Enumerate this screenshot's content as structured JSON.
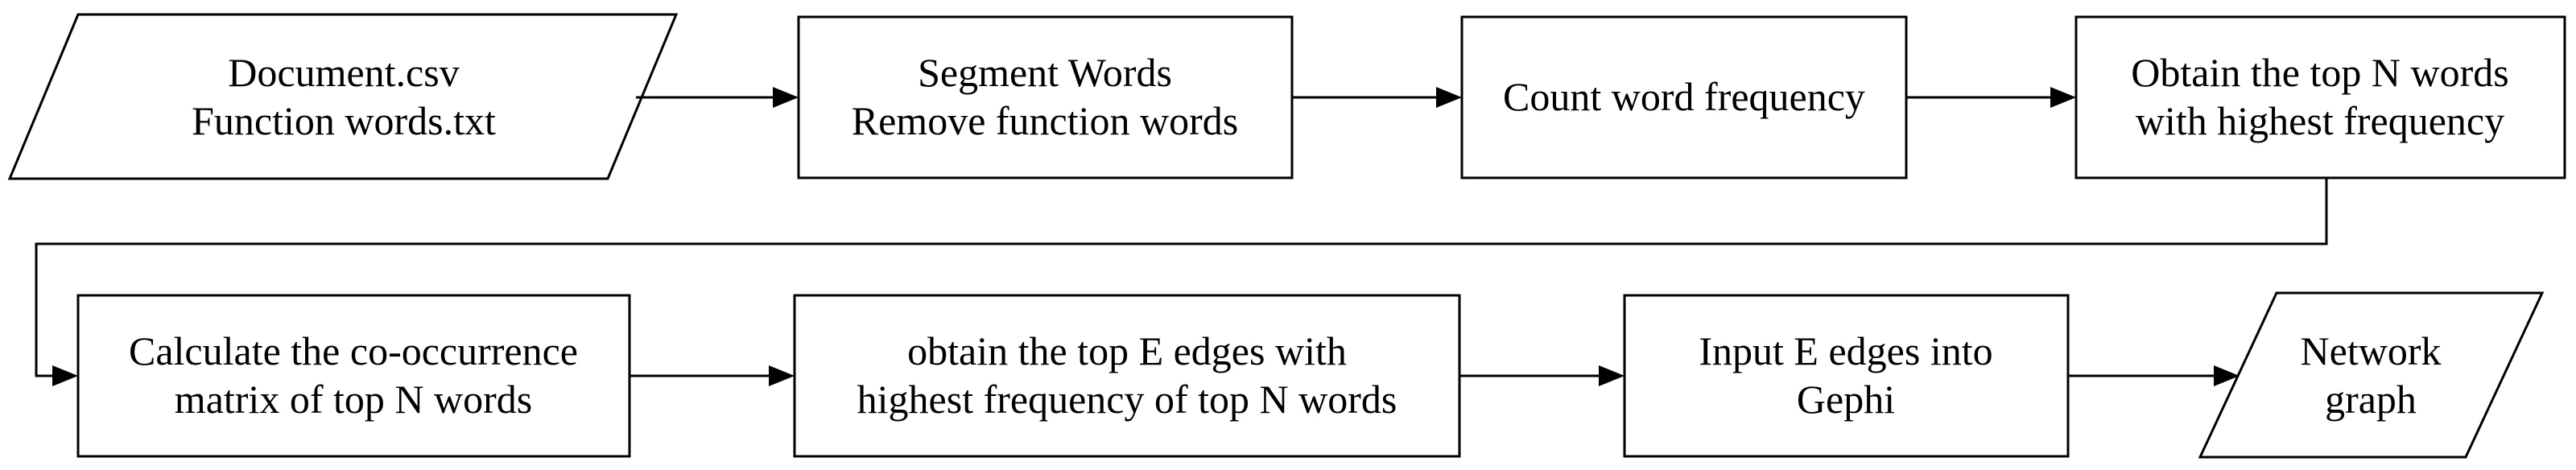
{
  "diagram": {
    "colors": {
      "stroke": "#000000",
      "fill": "#ffffff",
      "text": "#000000"
    },
    "nodes": {
      "input": {
        "shape": "parallelogram",
        "line1": "Document.csv",
        "line2": "Function words.txt"
      },
      "segment": {
        "shape": "rectangle",
        "line1": "Segment Words",
        "line2": "Remove function words"
      },
      "count": {
        "shape": "rectangle",
        "line1": "Count word frequency"
      },
      "topn": {
        "shape": "rectangle",
        "line1": "Obtain the top N words",
        "line2": "with highest frequency"
      },
      "cooccurrence": {
        "shape": "rectangle",
        "line1": "Calculate the co-occurrence",
        "line2": "matrix of top N words"
      },
      "topedges": {
        "shape": "rectangle",
        "line1": "obtain the top E edges with",
        "line2": "highest frequency of top N words"
      },
      "gephi": {
        "shape": "rectangle",
        "line1": "Input E edges into",
        "line2": "Gephi"
      },
      "output": {
        "shape": "parallelogram",
        "line1": "Network",
        "line2": "graph"
      }
    },
    "edges": [
      {
        "from": "input",
        "to": "segment"
      },
      {
        "from": "segment",
        "to": "count"
      },
      {
        "from": "count",
        "to": "topn"
      },
      {
        "from": "topn",
        "to": "cooccurrence"
      },
      {
        "from": "cooccurrence",
        "to": "topedges"
      },
      {
        "from": "topedges",
        "to": "gephi"
      },
      {
        "from": "gephi",
        "to": "output"
      }
    ]
  }
}
